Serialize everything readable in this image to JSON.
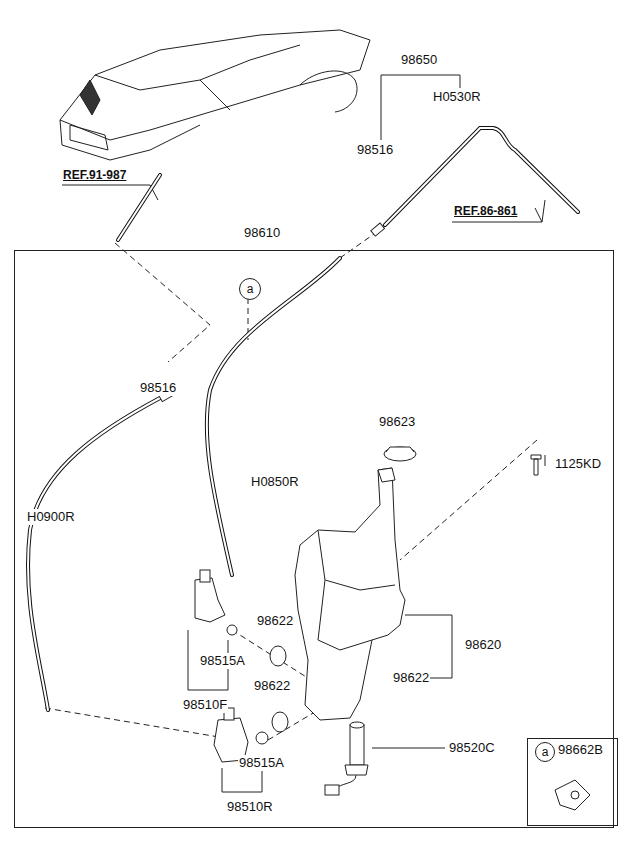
{
  "diagram": {
    "nodes": [
      {
        "text": [
          "98610"
        ]
      },
      {
        "text": [
          "a"
        ],
        "in": 0
      },
      {
        "text": [
          "98662B"
        ]
      },
      {
        "text": [
          "a"
        ],
        "in": 2
      }
    ],
    "labels": [
      "98650",
      "H0530R",
      "98516",
      "REF.86-861",
      "REF.91-987",
      "98516",
      "H0850R",
      "H0900R",
      "98623",
      "1125KD",
      "98622",
      "98620",
      "98515A",
      "98622",
      "98622",
      "98520C",
      "98515A",
      "98510F",
      "98510R"
    ]
  }
}
